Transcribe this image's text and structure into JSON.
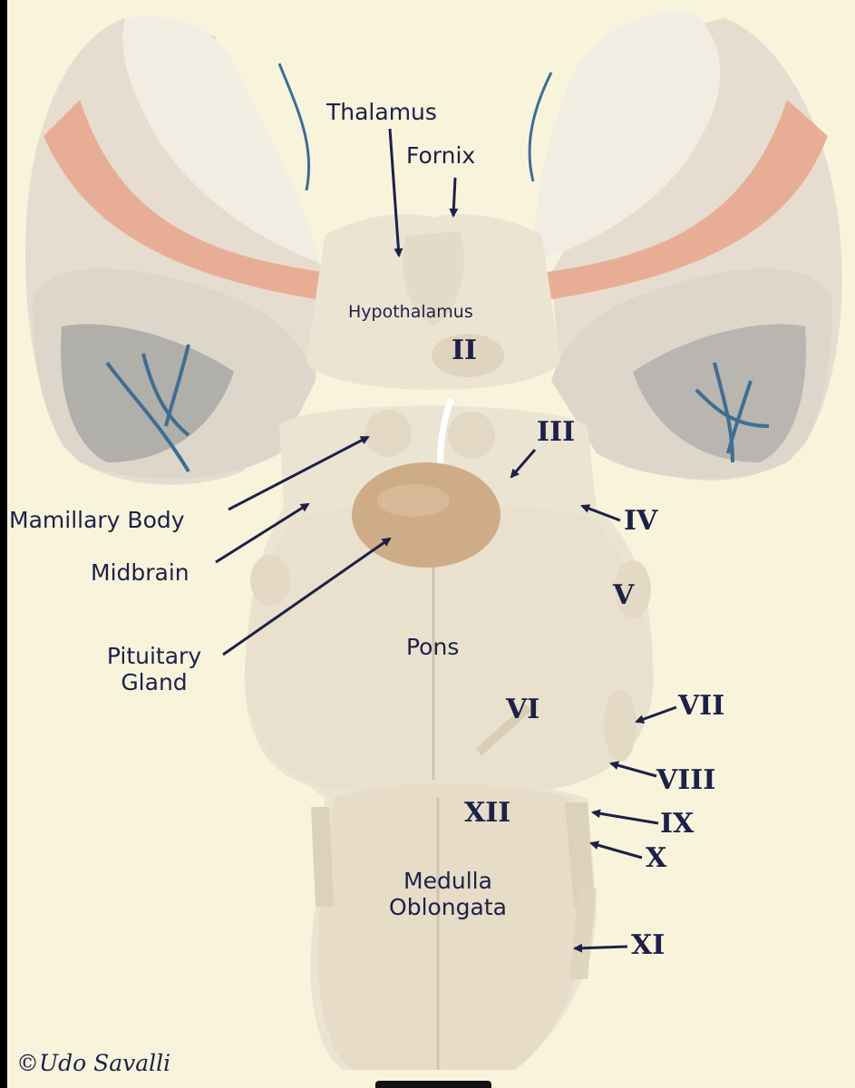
{
  "labels": {
    "thalamus": "Thalamus",
    "fornix": "Fornix",
    "hypothalamus": "Hypothalamus",
    "mamillary_body": "Mamillary  Body",
    "midbrain": "Midbrain",
    "pituitary_gland": "Pituitary\nGland",
    "pons": "Pons",
    "medulla_oblongata": "Medulla\nOblongata"
  },
  "cranial_nerves": {
    "ii": "II",
    "iii": "III",
    "iv": "IV",
    "v": "V",
    "vi": "VI",
    "vii": "VII",
    "viii": "VIII",
    "ix": "IX",
    "x": "X",
    "xi": "XI",
    "xii": "XII"
  },
  "credit": "©Udo Savalli",
  "colors": {
    "background": "#f8f4dc",
    "label_text": "#1c2148",
    "arrows": "#1c2148",
    "model_tissue": "#ece4d2",
    "cerebrum_pink": "#e8a98e",
    "pituitary": "#cfac88",
    "vessel_blue": "#3f6e92"
  }
}
